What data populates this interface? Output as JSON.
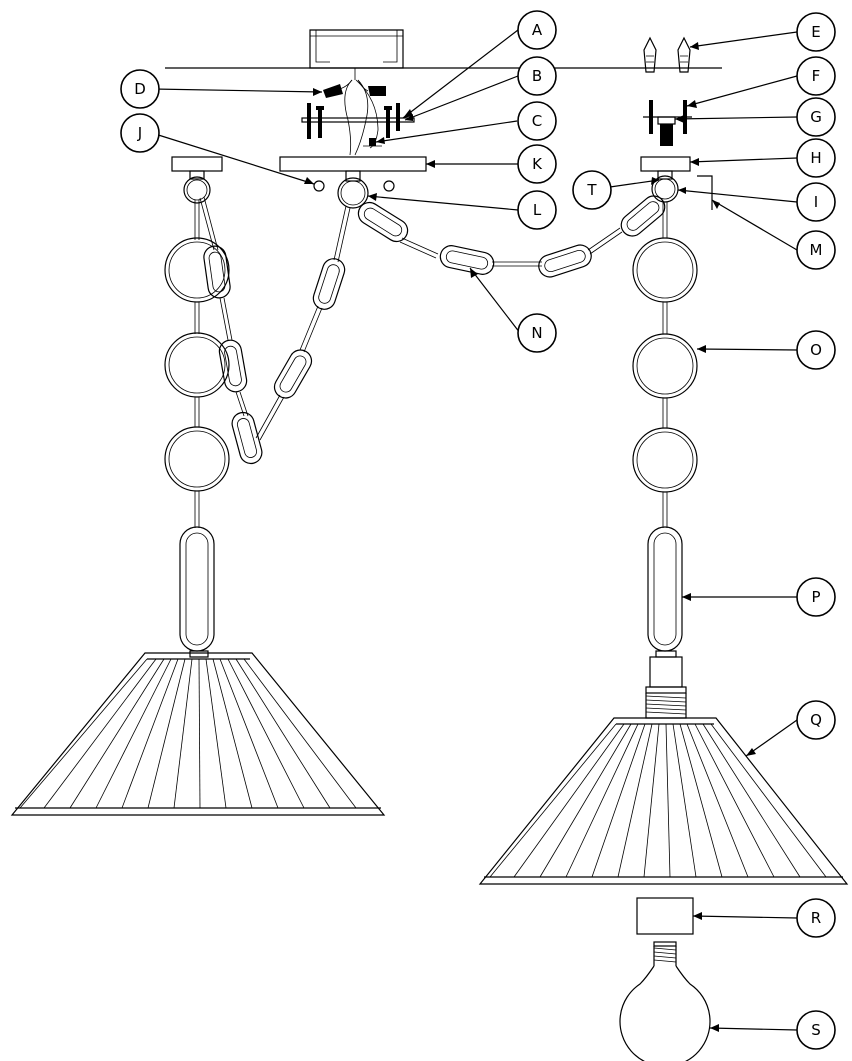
{
  "callouts": [
    {
      "key": "a",
      "letter": "A"
    },
    {
      "key": "b",
      "letter": "B"
    },
    {
      "key": "c",
      "letter": "C"
    },
    {
      "key": "d",
      "letter": "D"
    },
    {
      "key": "e",
      "letter": "E"
    },
    {
      "key": "f",
      "letter": "F"
    },
    {
      "key": "g",
      "letter": "G"
    },
    {
      "key": "h",
      "letter": "H"
    },
    {
      "key": "i",
      "letter": "I"
    },
    {
      "key": "j",
      "letter": "J"
    },
    {
      "key": "k",
      "letter": "K"
    },
    {
      "key": "l",
      "letter": "L"
    },
    {
      "key": "m",
      "letter": "M"
    },
    {
      "key": "n",
      "letter": "N"
    },
    {
      "key": "o",
      "letter": "O"
    },
    {
      "key": "p",
      "letter": "P"
    },
    {
      "key": "q",
      "letter": "Q"
    },
    {
      "key": "r",
      "letter": "R"
    },
    {
      "key": "s",
      "letter": "S"
    },
    {
      "key": "t",
      "letter": "T"
    }
  ]
}
